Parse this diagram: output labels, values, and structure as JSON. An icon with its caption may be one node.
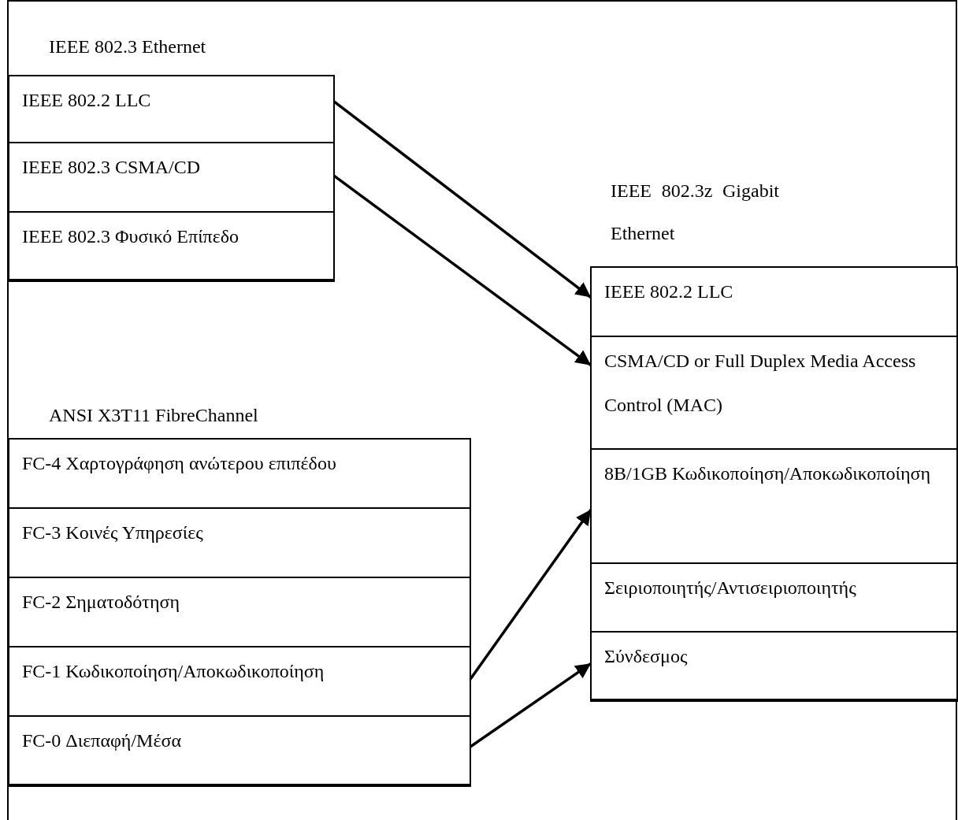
{
  "diagram": {
    "nodes": [
      {
        "text": [
          "IEEE 802.3 Ethernet"
        ]
      },
      {
        "text": [
          "IEEE 802.2 LLC"
        ],
        "in": 0
      },
      {
        "text": [
          "IEEE 802.3 CSMA/CD"
        ],
        "in": 0
      },
      {
        "text": [
          "IEEE 802.3 Φυσικό Επίπεδο"
        ],
        "in": 0
      },
      {
        "text": [
          "IEEE 802.3z Gigabit Ethernet"
        ]
      },
      {
        "text": [
          "IEEE 802.2 LLC"
        ],
        "in": 4
      },
      {
        "text": [
          "CSMA/CD or Full Duplex Media Access Control (MAC)"
        ],
        "in": 4
      },
      {
        "text": [
          "8B/1GB Κωδικοποίηση/Αποκωδικοποίηση"
        ],
        "in": 4
      },
      {
        "text": [
          "Σειριοποιητής/Αντισειριοποιητής"
        ],
        "in": 4
      },
      {
        "text": [
          "Σύνδεσμος"
        ],
        "in": 4
      },
      {
        "text": [
          "ANSI X3T11 FibreChannel"
        ]
      },
      {
        "text": [
          "FC-4 Χαρτογράφηση ανώτερου επιπέδου"
        ],
        "in": 10
      },
      {
        "text": [
          "FC-3 Κοινές Υπηρεσίες"
        ],
        "in": 10
      },
      {
        "text": [
          "FC-2 Σηματοδότηση"
        ],
        "in": 10
      },
      {
        "text": [
          "FC-1 Κωδικοποίηση/Αποκωδικοποίηση"
        ],
        "in": 10
      },
      {
        "text": [
          "FC-0 Διεπαφή/Μέσα"
        ],
        "in": 10
      }
    ],
    "edges": [
      {
        "from": 1,
        "to": 5,
        "arrow": "to"
      },
      {
        "from": 2,
        "to": 6,
        "arrow": "to"
      },
      {
        "from": 14,
        "to": 7,
        "arrow": "to"
      },
      {
        "from": 15,
        "to": 9,
        "arrow": "to"
      }
    ]
  }
}
